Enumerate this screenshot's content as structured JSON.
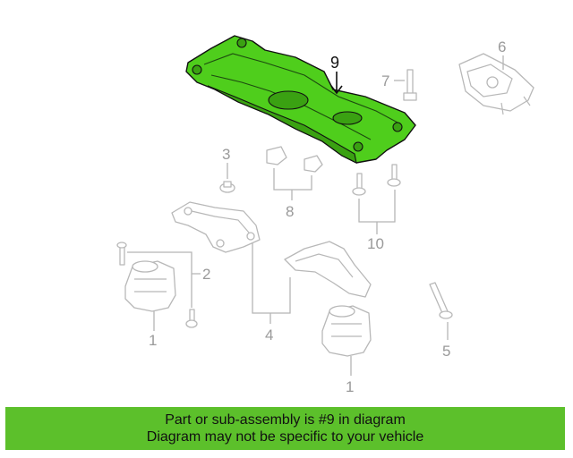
{
  "diagram": {
    "highlight_color": "#4fce1c",
    "highlighted_part": "9",
    "callouts": {
      "c1a": "1",
      "c1b": "1",
      "c2": "2",
      "c3": "3",
      "c4": "4",
      "c5": "5",
      "c6": "6",
      "c7": "7",
      "c8": "8",
      "c9": "9",
      "c10": "10"
    }
  },
  "banner": {
    "color": "#5cc02b",
    "line1": "Part or sub-assembly is #9 in diagram",
    "line2": "Diagram may not be specific to your vehicle"
  }
}
